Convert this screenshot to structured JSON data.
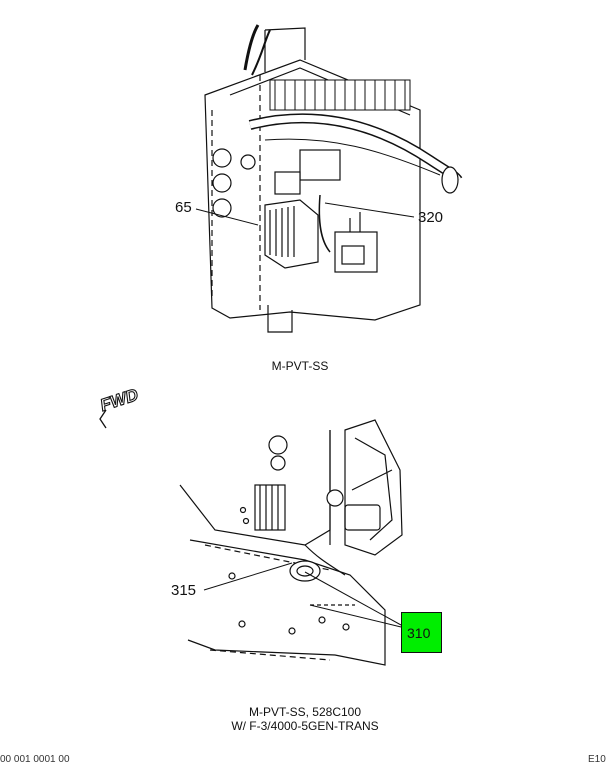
{
  "top_view": {
    "callouts": {
      "left": "65",
      "right": "320"
    },
    "caption": "M-PVT-SS"
  },
  "bottom_view": {
    "fwd_label": "FWD",
    "callouts": {
      "left": "315",
      "highlight": "310"
    },
    "caption_line1": "M-PVT-SS, 528C100",
    "caption_line2": "W/ F-3/4000-5GEN-TRANS"
  },
  "footer": {
    "left": "00 001 0001 00",
    "right": "E10"
  },
  "colors": {
    "highlight": "#00ee00",
    "line": "#111111"
  }
}
